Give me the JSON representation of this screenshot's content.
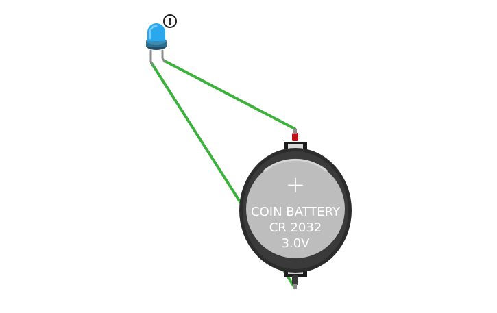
{
  "circuit": {
    "warning": {
      "icon": "exclamation-circle-icon",
      "symbol": "!"
    },
    "led": {
      "icon": "led-icon",
      "color": "#29a8ee"
    },
    "battery": {
      "icon": "coin-battery-icon",
      "polarity_symbol": "+",
      "line1": "COIN BATTERY",
      "line2": "CR 2032",
      "line3": "3.0V"
    },
    "wires": {
      "color": "#3cb23c"
    },
    "terminals": {
      "positive_color": "#c0141b",
      "negative_color": "#3a3a3a"
    }
  }
}
